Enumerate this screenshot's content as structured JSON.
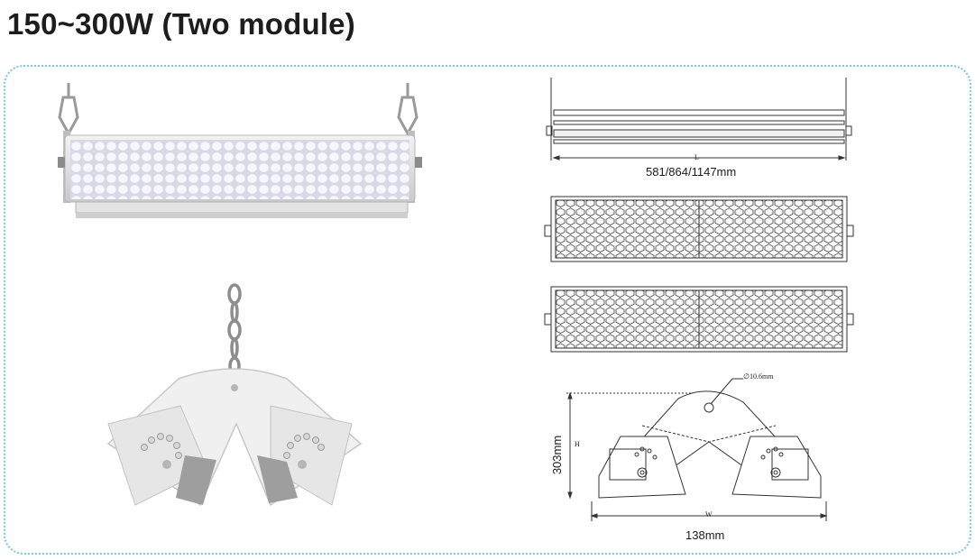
{
  "title": "150~300W (Two module)",
  "dimensions": {
    "length_mark": "L",
    "length_value": "581/864/1147mm",
    "height_mark": "H",
    "height_value": "303mm",
    "width_mark": "W",
    "width_value": "138mm",
    "hole_label": "∅10.6mm"
  }
}
